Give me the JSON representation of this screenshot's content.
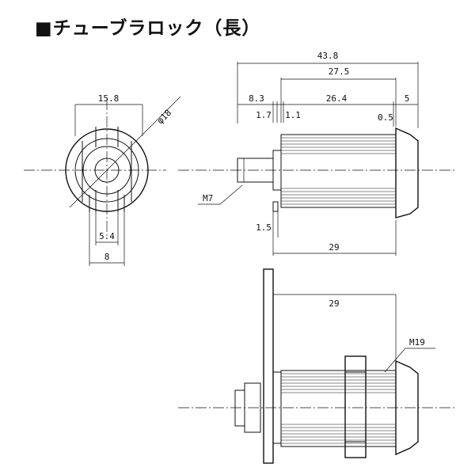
{
  "title": "■チューブラロック（長）",
  "front_view": {
    "dim_width": "15.8",
    "dim_diameter": "φ18",
    "dim_slot": "5.4",
    "dim_body": "8"
  },
  "side_view": {
    "dim_total": "43.8",
    "dim_27_5": "27.5",
    "dim_8_3": "8.3",
    "dim_26_4": "26.4",
    "dim_5": "5",
    "dim_1_7": "1.7",
    "dim_1_1": "1.1",
    "dim_0_5": "0.5",
    "dim_1_5": "1.5",
    "dim_29": "29",
    "thread_label": "M7"
  },
  "mounted_view": {
    "dim_29": "29",
    "thread_label": "M19"
  }
}
